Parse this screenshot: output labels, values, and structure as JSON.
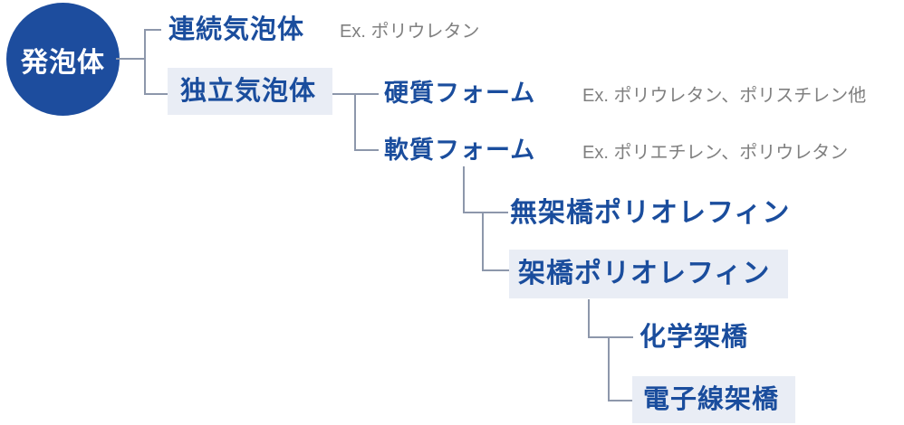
{
  "diagram": {
    "title_node": {
      "label": "発泡体"
    },
    "nodes": {
      "open_cell": {
        "label": "連続気泡体",
        "ex": "Ex. ポリウレタン"
      },
      "closed_cell": {
        "label": "独立気泡体"
      },
      "rigid_foam": {
        "label": "硬質フォーム",
        "ex": "Ex. ポリウレタン、ポリスチレン他"
      },
      "flexible_foam": {
        "label": "軟質フォーム",
        "ex": "Ex. ポリエチレン、ポリウレタン"
      },
      "non_crosslinked": {
        "label": "無架橋ポリオレフィン"
      },
      "crosslinked": {
        "label": "架橋ポリオレフィン"
      },
      "chemical": {
        "label": "化学架橋"
      },
      "electron_beam": {
        "label": "電子線架橋"
      }
    },
    "colors": {
      "node_fill": "#1d4d9e",
      "node_text_white": "#ffffff",
      "label_blue": "#1a4d9d",
      "highlight_box_bg": "#e9edf5",
      "connector_line": "#8d97ab",
      "example_text_gray": "#808080"
    }
  }
}
